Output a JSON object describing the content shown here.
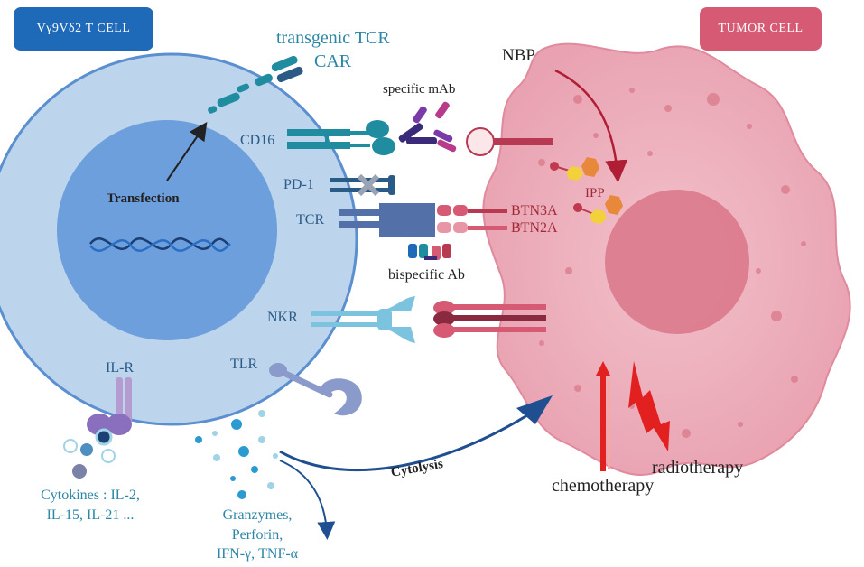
{
  "badges": {
    "t_cell": "Vγ9Vδ2 T CELL",
    "tumor_cell": "TUMOR  CELL"
  },
  "labels": {
    "transgenic_tcr": "transgenic TCR",
    "car": "CAR",
    "specific_mab": "specific mAb",
    "nbp": "NBP",
    "cd16": "CD16",
    "pd1": "PD-1",
    "tcr": "TCR",
    "btn3a": "BTN3A",
    "btn2a": "BTN2A",
    "ipp": "IPP",
    "bispecific_ab": "bispecific Ab",
    "transfection": "Transfection",
    "nkr": "NKR",
    "tlr": "TLR",
    "il_r": "IL-R",
    "cytokines_line1": "Cytokines : IL-2,",
    "cytokines_line2": "IL-15, IL-21 ...",
    "granzymes_line1": "Granzymes,",
    "granzymes_line2": "Perforin,",
    "granzymes_line3": "IFN-γ, TNF-α",
    "cytolysis": "Cytolysis",
    "chemotherapy": "chemotherapy",
    "radiotherapy": "radiotherapy"
  },
  "colors": {
    "tcell_outer": "#bcd4ec",
    "tcell_border": "#5b8fd0",
    "tcell_nucleus": "#6d9fdc",
    "tumor_body": "#eeb0bd",
    "tumor_nucleus": "#d97688",
    "receptor_teal": "#1f8ca0",
    "receptor_slate": "#5470a8",
    "receptor_red": "#b83a52",
    "arrow_blue": "#1f4f91",
    "therapy_red": "#e32020"
  }
}
